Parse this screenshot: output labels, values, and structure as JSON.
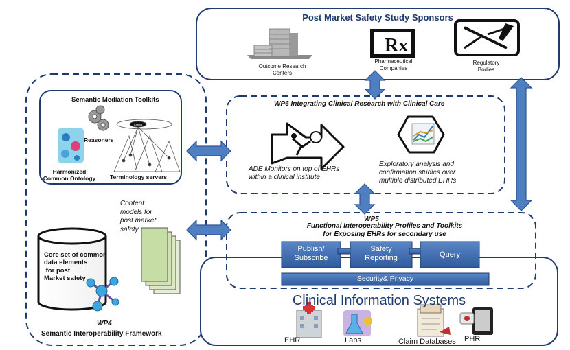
{
  "sponsors": {
    "title": "Post Market Safety Study Sponsors",
    "outcome": [
      "Outcome Research",
      "Centers"
    ],
    "pharma": [
      "Pharmaceutical",
      "Companies"
    ],
    "regulatory": [
      "Regulatory",
      "Bodies"
    ],
    "rx_symbol": "Rx"
  },
  "toolkits": {
    "title": "Semantic Mediation Toolkits",
    "reasoners": "Reasoners",
    "ontology": [
      "Harmonized",
      "Common Ontology"
    ],
    "terminology": "Terminology servers",
    "node_label": "Cabins"
  },
  "wp6": {
    "title": "WP6  Integrating Clinical Research with Clinical Care",
    "ade": [
      "ADE Monitors on top of EHRs",
      "within a clinical institute"
    ],
    "exploratory": [
      "Exploratory analysis and",
      "confirmation studies over",
      "multiple distributed EHRs"
    ]
  },
  "content_models": [
    "Content",
    "models for",
    "post market",
    "safety"
  ],
  "wp5": {
    "id": "WP5",
    "title": [
      "Functional Interoperability Profiles and Toolkits",
      "for Exposing EHRs for secondary use"
    ],
    "publish": [
      "Publish/",
      "Subscribe"
    ],
    "safety": [
      "Safety",
      "Reporting"
    ],
    "query": "Query",
    "security": "Security& Privacy"
  },
  "wp4": {
    "core": [
      "Core set of common",
      "data elements",
      " for post",
      "Market safety"
    ],
    "id": "WP4",
    "framework": "Semantic Interoperability Framework"
  },
  "clinical": {
    "title": "Clinical Information Systems",
    "ehr": "EHR",
    "labs": "Labs",
    "claims": "Claim Databases",
    "phr": "PHR"
  },
  "colors": {
    "navy": "#1f3a6e",
    "arrow": "#4f7fc0",
    "arrow_stroke": "#2c5692",
    "tab": "#3d6bb0"
  }
}
